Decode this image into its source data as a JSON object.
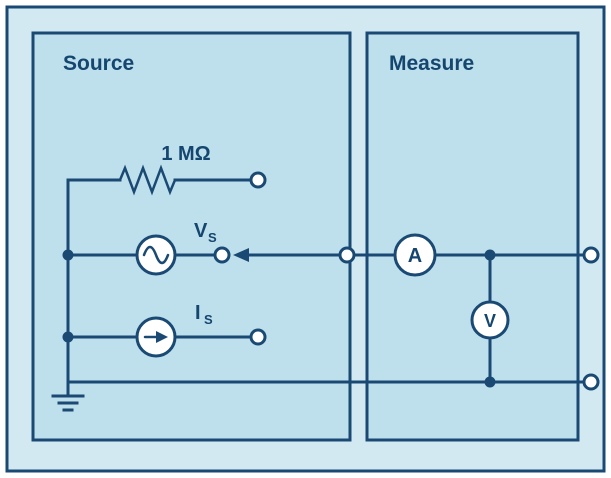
{
  "title": "Source measure unit circuit diagram",
  "colors": {
    "bg": "#d3e9f2",
    "box": "#bedfec",
    "line": "#1a4a74",
    "text": "#14466f",
    "node": "#ffffff"
  },
  "source_panel": {
    "label": "Source"
  },
  "measure_panel": {
    "label": "Measure"
  },
  "components": {
    "resistor": {
      "label": "1 MΩ"
    },
    "voltage_source": {
      "label": "V",
      "label_sub": "S"
    },
    "current_source": {
      "label": "I",
      "label_sub": "S"
    },
    "ammeter": {
      "label": "A"
    },
    "voltmeter": {
      "label": "V"
    }
  }
}
